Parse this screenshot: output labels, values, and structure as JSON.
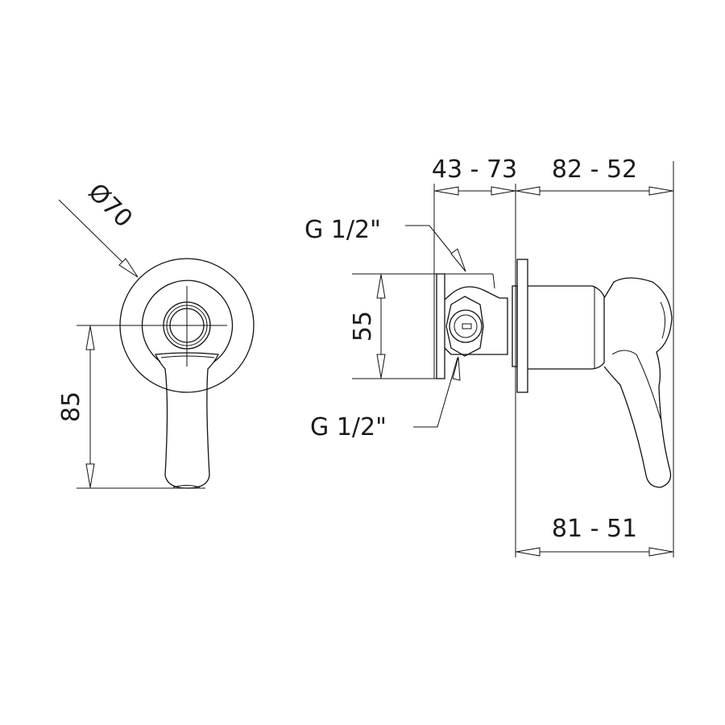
{
  "front_view": {
    "diameter_label": "Ø70",
    "height_label": "85"
  },
  "side_view": {
    "top_left_dimension": "43 - 73",
    "top_right_dimension": "82 - 52",
    "bottom_dimension": "81 - 51",
    "body_height_dimension": "55",
    "thread_top_label": "G 1/2\"",
    "thread_bottom_label": "G 1/2\""
  },
  "colors": {
    "line": "#111111",
    "background": "#ffffff"
  }
}
